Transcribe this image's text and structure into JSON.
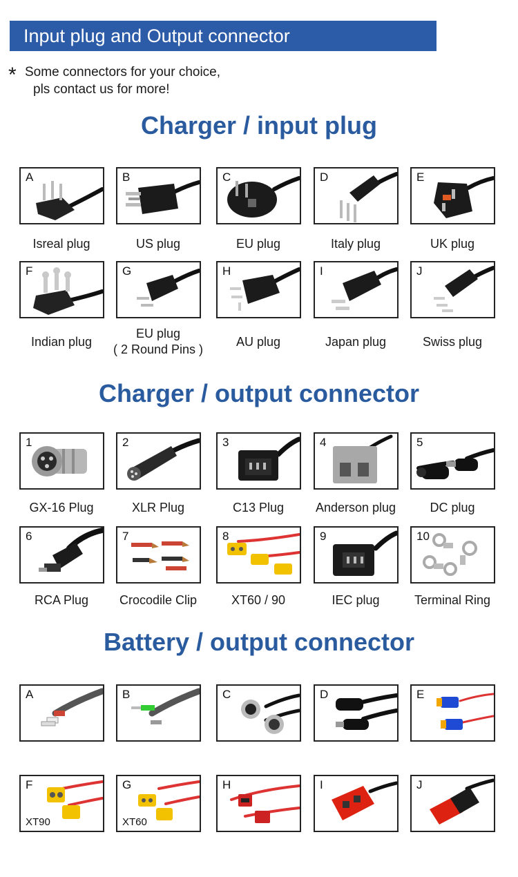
{
  "banner": {
    "title": "Input plug and Output connector"
  },
  "note": {
    "star": "*",
    "line1": "Some connectors for your choice,",
    "line2": "pls contact us for more!"
  },
  "sections": {
    "input": {
      "title": "Charger / input plug",
      "items": [
        {
          "code": "A",
          "caption": "Isreal plug"
        },
        {
          "code": "B",
          "caption": "US plug"
        },
        {
          "code": "C",
          "caption": "EU plug"
        },
        {
          "code": "D",
          "caption": "Italy plug"
        },
        {
          "code": "E",
          "caption": "UK plug"
        },
        {
          "code": "F",
          "caption": "Indian plug"
        },
        {
          "code": "G",
          "caption": "EU plug",
          "caption2": "( 2 Round Pins )"
        },
        {
          "code": "H",
          "caption": "AU plug"
        },
        {
          "code": "I",
          "caption": "Japan plug"
        },
        {
          "code": "J",
          "caption": "Swiss plug"
        }
      ]
    },
    "charger_output": {
      "title": "Charger / output connector",
      "items": [
        {
          "code": "1",
          "caption": "GX-16 Plug"
        },
        {
          "code": "2",
          "caption": "XLR Plug"
        },
        {
          "code": "3",
          "caption": "C13 Plug"
        },
        {
          "code": "4",
          "caption": "Anderson plug"
        },
        {
          "code": "5",
          "caption": "DC plug"
        },
        {
          "code": "6",
          "caption": "RCA Plug"
        },
        {
          "code": "7",
          "caption": "Crocodile Clip"
        },
        {
          "code": "8",
          "caption": "XT60 / 90"
        },
        {
          "code": "9",
          "caption": "IEC plug"
        },
        {
          "code": "10",
          "caption": "Terminal Ring"
        }
      ]
    },
    "battery_output": {
      "title": "Battery / output connector",
      "items": [
        {
          "code": "A"
        },
        {
          "code": "B"
        },
        {
          "code": "C"
        },
        {
          "code": "D"
        },
        {
          "code": "E"
        },
        {
          "code": "F",
          "sublabel": "XT90"
        },
        {
          "code": "G",
          "sublabel": "XT60"
        },
        {
          "code": "H"
        },
        {
          "code": "I"
        },
        {
          "code": "J"
        }
      ]
    }
  },
  "colors": {
    "banner": "#2c5ca8",
    "heading": "#2a5b9e",
    "border": "#222222"
  },
  "icons": {
    "input": [
      "israel-plug-icon",
      "us-plug-icon",
      "eu-plug-icon",
      "italy-plug-icon",
      "uk-plug-icon",
      "indian-plug-icon",
      "eu-2pin-plug-icon",
      "au-plug-icon",
      "japan-plug-icon",
      "swiss-plug-icon"
    ],
    "charger_output": [
      "gx16-plug-icon",
      "xlr-plug-icon",
      "c13-plug-icon",
      "anderson-plug-icon",
      "dc-plug-icon",
      "rca-plug-icon",
      "crocodile-clip-icon",
      "xt60-90-icon",
      "iec-plug-icon",
      "terminal-ring-icon"
    ],
    "battery_output": [
      "bullet-terminal-icon",
      "green-terminal-icon",
      "aviation-connector-icon",
      "dc-barrel-icon",
      "ec5-connector-icon",
      "xt90-connector-icon",
      "xt60-connector-icon",
      "t-plug-connector-icon",
      "red-anderson-icon",
      "red-black-anderson-icon"
    ]
  }
}
